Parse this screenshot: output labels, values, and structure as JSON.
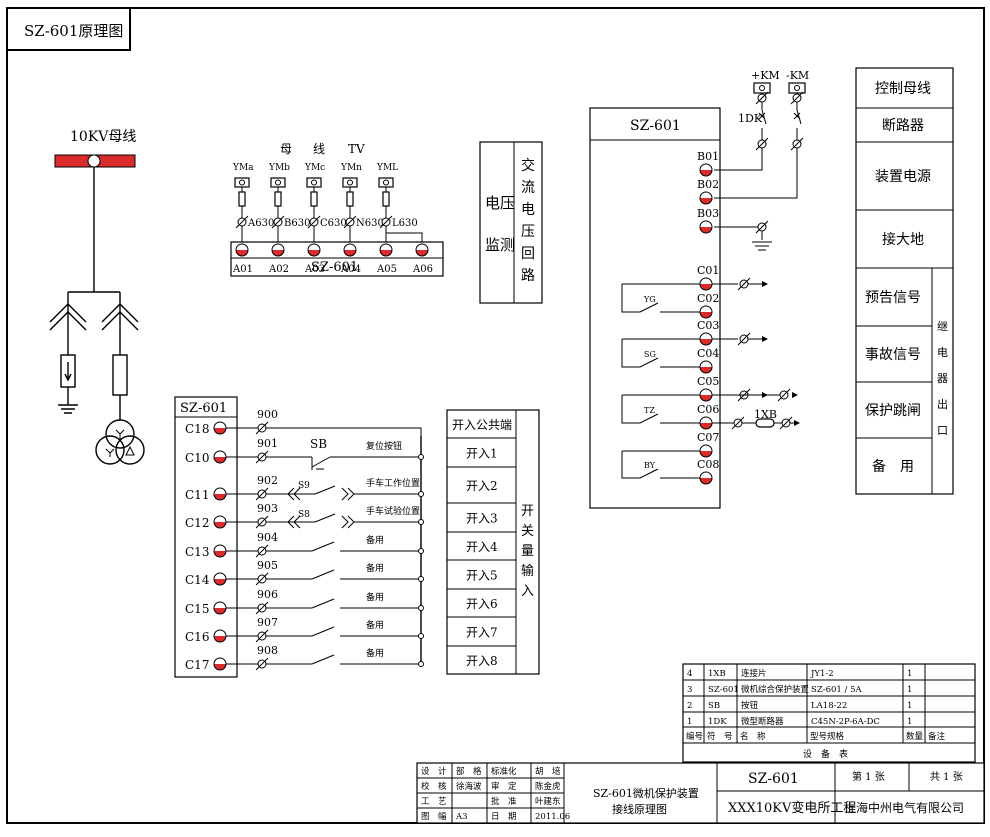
{
  "title": "SZ-601原理图",
  "bus": {
    "label": "10KV母线"
  },
  "voltage_circuit": {
    "group_top": [
      "母",
      "线",
      "TV"
    ],
    "inputs": [
      "YMa",
      "YMb",
      "YMc",
      "YMn",
      "YML"
    ],
    "wires": [
      "A630",
      "B630",
      "C630",
      "N630",
      "L630"
    ],
    "terminals": [
      "A01",
      "A02",
      "A03",
      "A04",
      "A05",
      "A06"
    ],
    "device": "SZ-601"
  },
  "voltage_labels": {
    "left": [
      "电压",
      "监测"
    ],
    "right": [
      "交",
      "流",
      "电",
      "压",
      "回",
      "路"
    ]
  },
  "switch_block": {
    "device": "SZ-601",
    "terminals": [
      "C18",
      "C10",
      "C11",
      "C12",
      "C13",
      "C14",
      "C15",
      "C16",
      "C17"
    ],
    "wires": [
      "900",
      "901",
      "902",
      "903",
      "904",
      "905",
      "906",
      "907",
      "908"
    ],
    "switch_name": "SB",
    "s_labels": [
      "S9",
      "S8"
    ],
    "descriptions": [
      "复位按钮",
      "手车工作位置",
      "手车试验位置",
      "备用",
      "备用",
      "备用",
      "备用",
      "备用"
    ],
    "inputs": [
      "开入公共端",
      "开入1",
      "开入2",
      "开入3",
      "开入4",
      "开入5",
      "开入6",
      "开入7",
      "开入8"
    ],
    "side_label": [
      "开",
      "关",
      "量",
      "输",
      "入"
    ]
  },
  "control": {
    "device": "SZ-601",
    "km": [
      "+KM",
      "-KM"
    ],
    "dk": "1DK",
    "b_terms": [
      "B01",
      "B02",
      "B03"
    ],
    "c_terms": [
      "C01",
      "C02",
      "C03",
      "C04",
      "C05",
      "C06",
      "C07",
      "C08"
    ],
    "contacts": [
      "YG",
      "SG",
      "TZ",
      "BY"
    ],
    "xb": "1XB"
  },
  "right_labels": [
    "控制母线",
    "断路器",
    "装置电源",
    "接大地",
    "预告信号",
    "事故信号",
    "保护跳闸",
    "备　用"
  ],
  "relay_label": [
    "继",
    "电",
    "器",
    "出",
    "口"
  ],
  "parts": {
    "headers": [
      "编号",
      "符　号",
      "名　称",
      "型号规格",
      "数量",
      "备注"
    ],
    "rows": [
      [
        "4",
        "1XB",
        "连接片",
        "JY1-2",
        "1",
        ""
      ],
      [
        "3",
        "SZ-601",
        "微机综合保护装置",
        "SZ-601 / 5A",
        "1",
        ""
      ],
      [
        "2",
        "SB",
        "按钮",
        "LA18-22",
        "1",
        ""
      ],
      [
        "1",
        "1DK",
        "微型断路器",
        "C45N-2P-6A-DC",
        "1",
        ""
      ]
    ],
    "caption": "设　备　表"
  },
  "title_block": {
    "roles": [
      [
        "设　计",
        "部　格",
        "标准化",
        "胡　培"
      ],
      [
        "校　核",
        "徐海波",
        "审　定",
        "陈金虎"
      ],
      [
        "工　艺",
        "",
        "批　准",
        "叶建东"
      ],
      [
        "图　幅",
        "A3",
        "日　期",
        "2011.06"
      ]
    ],
    "drawing_title": [
      "SZ-601微机保护装置",
      "接线原理图"
    ],
    "model": "SZ-601",
    "project": "XXX10KV变电所工程",
    "sheet": "第 1 张",
    "total": "共 1 张",
    "company": "上海中州电气有限公司"
  }
}
